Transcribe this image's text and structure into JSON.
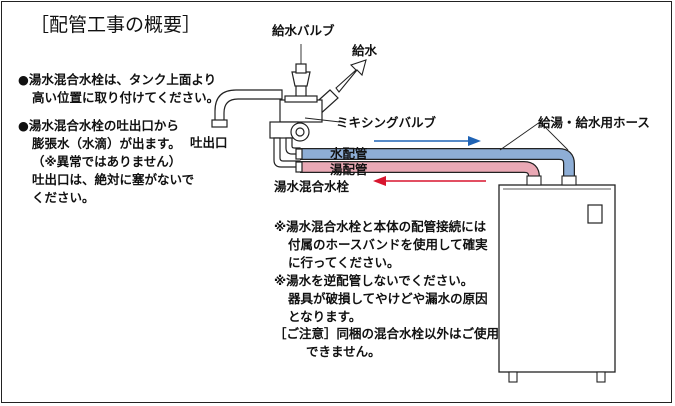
{
  "title": "［配管工事の概要］",
  "notes_left": [
    {
      "text": "●湯水混合水栓は、タンク上面より",
      "indent": false
    },
    {
      "text": "高い位置に取り付けてください。",
      "indent": true
    }
  ],
  "notes_left_2": [
    {
      "text": "●湯水混合水栓の吐出口から",
      "indent": false
    },
    {
      "text": "膨張水（水滴）が出ます。",
      "indent": true
    },
    {
      "text": "（※異常ではありません）",
      "indent": true
    },
    {
      "text": "吐出口は、絶対に塞がないで",
      "indent": true
    },
    {
      "text": "ください。",
      "indent": true
    }
  ],
  "labels": {
    "supply_valve": "給水バルブ",
    "supply_water": "給水",
    "spout": "吐出口",
    "mixing_valve": "ミキシングバルブ",
    "water_pipe": "水配管",
    "hot_pipe": "湯配管",
    "faucet": "湯水混合水栓",
    "hose": "給湯・給水用ホース"
  },
  "notes_right": [
    {
      "text": "※湯水混合水栓と本体の配管接続には",
      "indent": false
    },
    {
      "text": "付属のホースバンドを使用して確実",
      "indent": true
    },
    {
      "text": "に行ってください。",
      "indent": true
    },
    {
      "text": "※湯水を逆配管しないでください。",
      "indent": false
    },
    {
      "text": "器具が破損してやけどや漏水の原因",
      "indent": true
    },
    {
      "text": "となります。",
      "indent": true
    }
  ],
  "caution": [
    {
      "text": "［ご注意］同梱の混合水栓以外はご使用",
      "indent": false
    },
    {
      "text": "できません。",
      "indent": true
    }
  ],
  "colors": {
    "water_arrow": "#1f63b5",
    "hot_arrow": "#d8152e",
    "water_hose": "#8eaed6",
    "hot_hose": "#eaa9b5",
    "outline": "#222222"
  }
}
